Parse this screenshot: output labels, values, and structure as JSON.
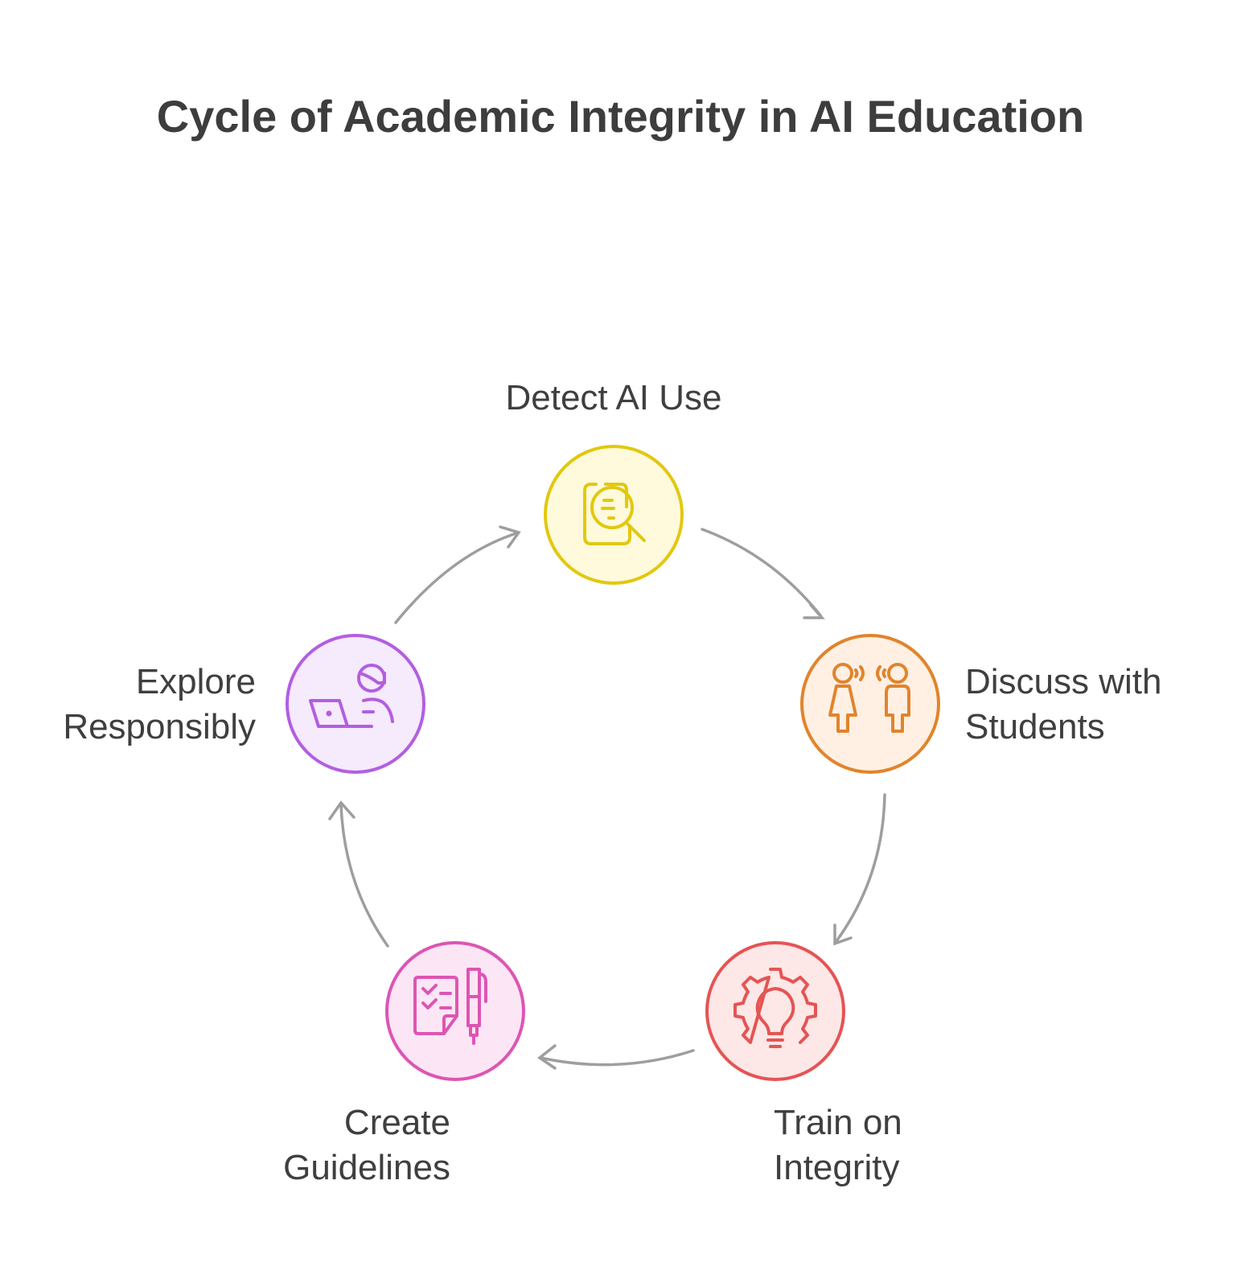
{
  "title": "Cycle of Academic Integrity in AI Education",
  "arrow_color": "#9e9e9e",
  "nodes": [
    {
      "id": "detect",
      "label_lines": [
        "Detect AI Use"
      ],
      "icon": "document-magnifier-icon",
      "stroke": "#e2c80e",
      "fill": "#fffadc"
    },
    {
      "id": "discuss",
      "label_lines": [
        "Discuss with",
        "Students"
      ],
      "icon": "people-talking-icon",
      "stroke": "#e1842c",
      "fill": "#fff0e3"
    },
    {
      "id": "train",
      "label_lines": [
        "Train on",
        "Integrity"
      ],
      "icon": "gear-lightbulb-icon",
      "stroke": "#e55454",
      "fill": "#fde7e7"
    },
    {
      "id": "create",
      "label_lines": [
        "Create",
        "Guidelines"
      ],
      "icon": "checklist-pen-icon",
      "stroke": "#dd55b4",
      "fill": "#fce6f5"
    },
    {
      "id": "explore",
      "label_lines": [
        "Explore",
        "Responsibly"
      ],
      "icon": "person-laptop-icon",
      "stroke": "#b35ee0",
      "fill": "#f6eafd"
    }
  ]
}
